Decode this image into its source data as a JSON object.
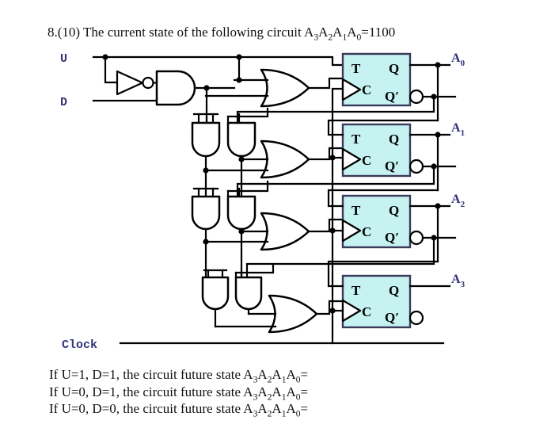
{
  "page": {
    "background": "#ffffff",
    "ink": "#000000",
    "label_color": "#33337a",
    "ff_fill": "#c6f2f2",
    "ff_stroke": "#3a3a5a"
  },
  "question": {
    "number": "8.(10)",
    "text_before": "The current state of the following circuit A",
    "full_text": "8.(10) The current state of the following circuit A3A2A1A0=1100",
    "state_var_1": "3",
    "state_var_2": "2",
    "state_var_3": "1",
    "state_var_4": "0",
    "value": "=1100"
  },
  "answers": [
    {
      "prefix": "If U=1, D=1, the circuit future state A",
      "s1": "3",
      "m1": "A",
      "s2": "2",
      "m2": "A",
      "s3": "1",
      "m3": "A",
      "s4": "0",
      "suffix": "="
    },
    {
      "prefix": "If U=0, D=1, the circuit future state A",
      "s1": "3",
      "m1": "A",
      "s2": "2",
      "m2": "A",
      "s3": "1",
      "m3": "A",
      "s4": "0",
      "suffix": "="
    },
    {
      "prefix": "If U=0, D=0, the circuit future state A",
      "s1": "3",
      "m1": "A",
      "s2": "2",
      "m2": "A",
      "s3": "1",
      "m3": "A",
      "s4": "0",
      "suffix": "="
    }
  ],
  "inputs": {
    "up": "U",
    "down": "D",
    "clock": "Clock"
  },
  "outputs": [
    {
      "base": "A",
      "sub": "0"
    },
    {
      "base": "A",
      "sub": "1"
    },
    {
      "base": "A",
      "sub": "2"
    },
    {
      "base": "A",
      "sub": "3"
    }
  ],
  "flipflops": [
    {
      "name": "ff-a0",
      "t": "T",
      "c": "C",
      "q": "Q",
      "qbar": "Q′"
    },
    {
      "name": "ff-a1",
      "t": "T",
      "c": "C",
      "q": "Q",
      "qbar": "Q′"
    },
    {
      "name": "ff-a2",
      "t": "T",
      "c": "C",
      "q": "Q",
      "qbar": "Q′"
    },
    {
      "name": "ff-a3",
      "t": "T",
      "c": "C",
      "q": "Q",
      "qbar": "Q′"
    }
  ],
  "gates": {
    "inverter_count": 1,
    "and_count": 7,
    "or_count": 4,
    "inverter_label": "NOT",
    "and_label": "AND",
    "or_label": "OR"
  }
}
